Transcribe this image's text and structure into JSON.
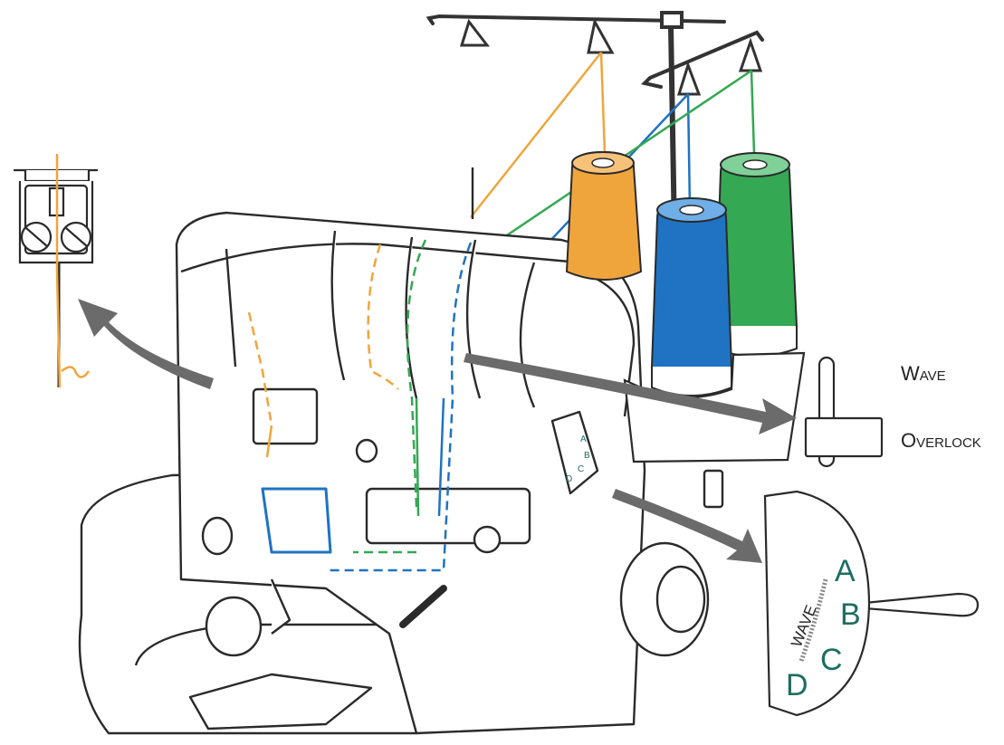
{
  "labels": {
    "wave": "Wave",
    "overlock": "Overlock"
  },
  "dial": {
    "letters": [
      "A",
      "B",
      "C",
      "D"
    ],
    "arc_text": "WAVE"
  },
  "thread_colors": {
    "orange": "#f0a53c",
    "blue": "#1f73c2",
    "green": "#34a853"
  },
  "dial_text_color": "#1d6e62"
}
